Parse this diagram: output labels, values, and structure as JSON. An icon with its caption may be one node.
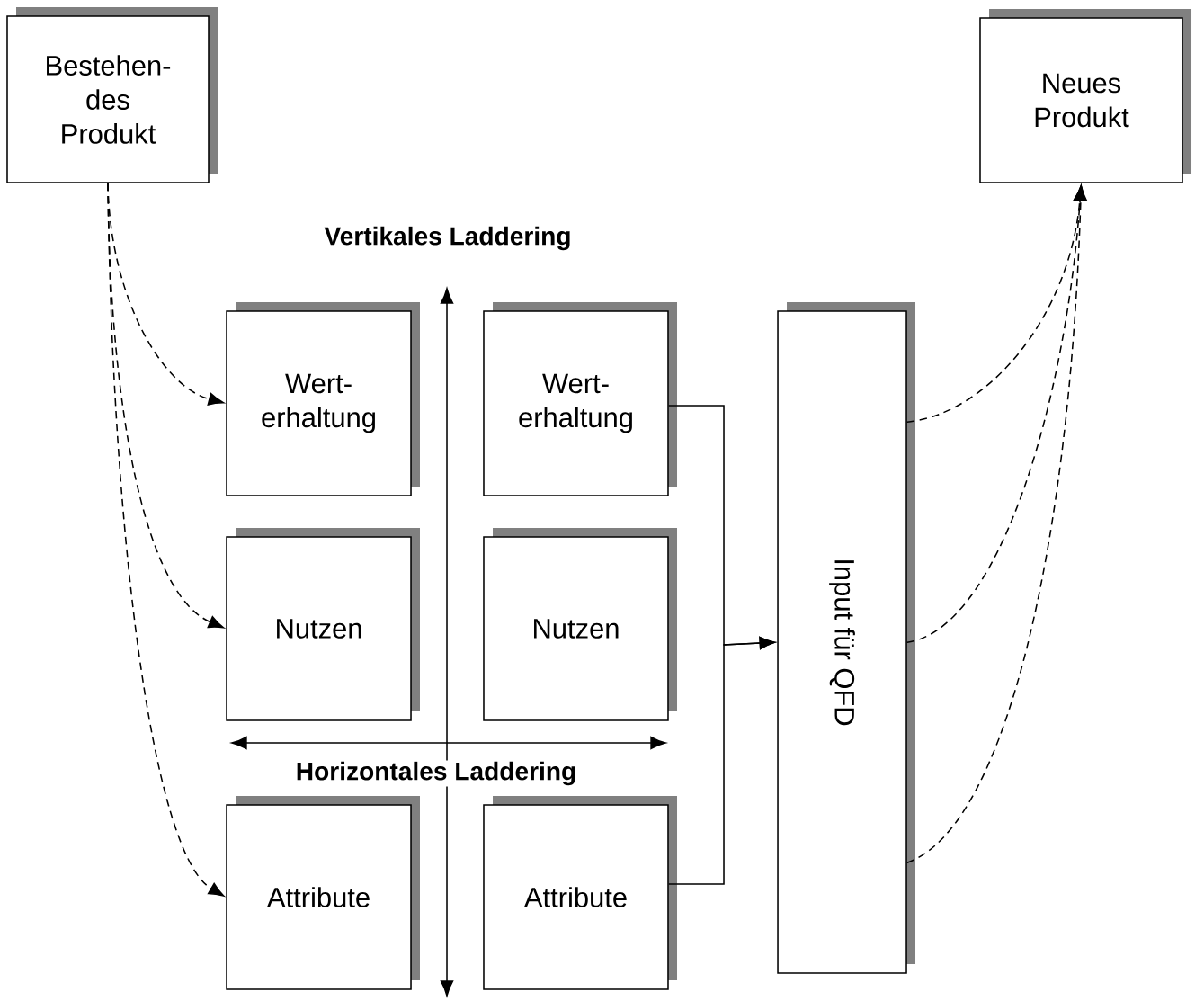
{
  "diagram": {
    "nodes": [
      {
        "text": [
          "Bestehen- des Produkt"
        ]
      },
      {
        "text": [
          "Neues Produkt"
        ]
      },
      {
        "text": [
          "Wert- erhaltung"
        ]
      },
      {
        "text": [
          "Wert- erhaltung"
        ]
      },
      {
        "text": [
          "Nutzen"
        ]
      },
      {
        "text": [
          "Nutzen"
        ]
      },
      {
        "text": [
          "Attribute"
        ]
      },
      {
        "text": [
          "Attribute"
        ]
      },
      {
        "text": [
          "Input für QFD"
        ]
      }
    ],
    "edges": [
      {
        "from": 0,
        "to": 2,
        "arrow": "to",
        "style": "dashed"
      },
      {
        "from": 0,
        "to": 4,
        "arrow": "to",
        "style": "dashed"
      },
      {
        "from": 0,
        "to": 6,
        "arrow": "to",
        "style": "dashed"
      },
      {
        "from": 3,
        "to": 8,
        "arrow": "to"
      },
      {
        "from": 7,
        "to": 8,
        "arrow": "to"
      },
      {
        "from": 8,
        "to": 1,
        "arrow": "to",
        "style": "dashed"
      },
      {
        "from": 8,
        "to": 1,
        "arrow": "to",
        "style": "dashed"
      },
      {
        "from": 8,
        "to": 1,
        "arrow": "to",
        "style": "dashed"
      }
    ],
    "labels": [
      "Vertikales Laddering",
      "Horizontales Laddering"
    ]
  }
}
